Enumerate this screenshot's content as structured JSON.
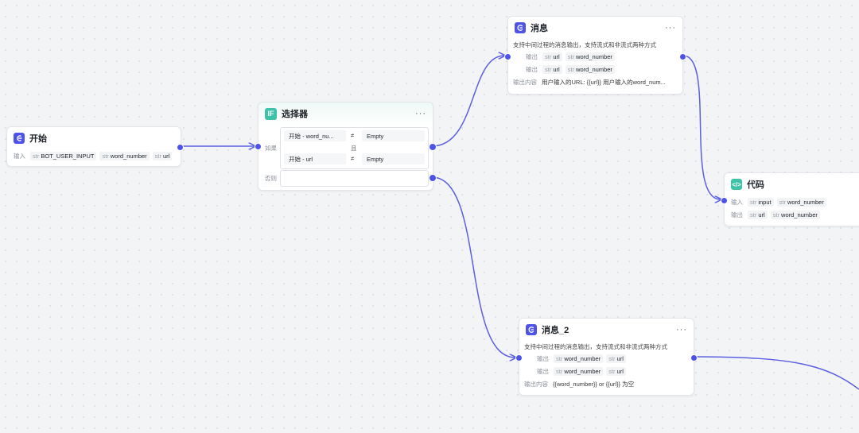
{
  "nodes": {
    "start": {
      "title": "开始",
      "input_label": "输入",
      "params": [
        {
          "type": "str",
          "name": "BOT_USER_INPUT"
        },
        {
          "type": "str",
          "name": "word_number"
        },
        {
          "type": "str",
          "name": "url"
        }
      ]
    },
    "selector": {
      "title": "选择器",
      "icon_text": "IF",
      "if_label": "如果",
      "and_label": "且",
      "else_label": "否则",
      "conditions": [
        {
          "left": "开始 - word_nu...",
          "op": "≠",
          "right": "Empty"
        },
        {
          "left": "开始 - url",
          "op": "≠",
          "right": "Empty"
        }
      ]
    },
    "message": {
      "title": "消息",
      "desc": "支持中间过程的消息输出，支持流式和非流式两种方式",
      "output_label": "输出",
      "content_label": "输出内容",
      "outputs": [
        [
          {
            "type": "str",
            "name": "url"
          },
          {
            "type": "str",
            "name": "word_number"
          }
        ],
        [
          {
            "type": "str",
            "name": "url"
          },
          {
            "type": "str",
            "name": "word_number"
          }
        ]
      ],
      "content": "用户输入的URL: {{url}} 用户输入的word_num..."
    },
    "message2": {
      "title": "消息_2",
      "desc": "支持中间过程的消息输出，支持流式和非流式两种方式",
      "output_label": "输出",
      "content_label": "输出内容",
      "outputs": [
        [
          {
            "type": "str",
            "name": "word_number"
          },
          {
            "type": "str",
            "name": "url"
          }
        ],
        [
          {
            "type": "str",
            "name": "word_number"
          },
          {
            "type": "str",
            "name": "url"
          }
        ]
      ],
      "content": "{{word_number}} or {{url}} 为空"
    },
    "code": {
      "title": "代码",
      "input_label": "输入",
      "output_label": "输出",
      "inputs": [
        {
          "type": "str",
          "name": "input"
        },
        {
          "type": "str",
          "name": "word_number"
        }
      ],
      "outputs": [
        {
          "type": "str",
          "name": "url"
        },
        {
          "type": "str",
          "name": "word_number"
        }
      ]
    }
  },
  "colors": {
    "accent": "#4d53e8",
    "teal": "#3ec2a8",
    "edge": "#5b5fe0"
  },
  "icons": {
    "start": "start-icon",
    "selector": "if-icon",
    "message": "message-icon",
    "code": "code-icon",
    "more": "more-icon"
  }
}
